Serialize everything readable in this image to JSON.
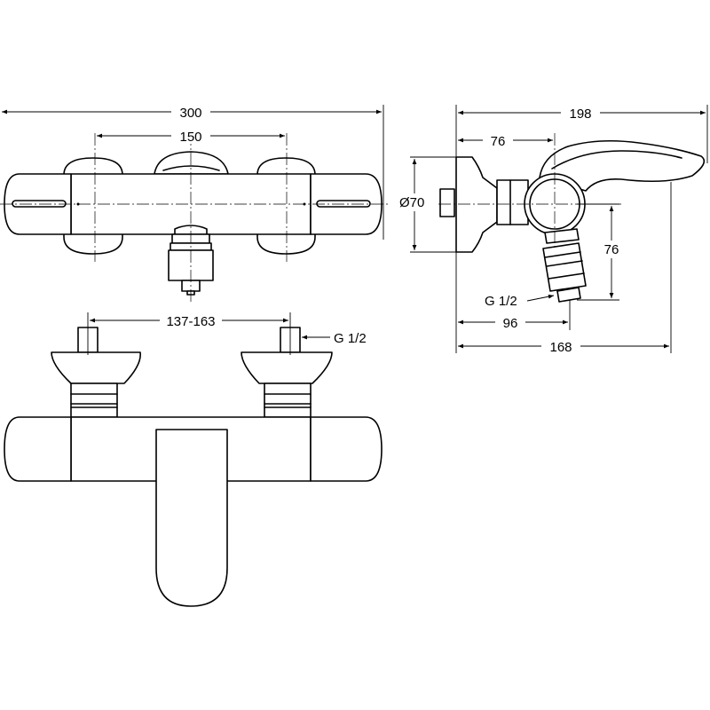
{
  "dimensions": {
    "top_overall_width": "300",
    "top_centers": "150",
    "side_overall_length": "198",
    "side_knob_offset": "76",
    "side_diameter": "Ø70",
    "side_vertical": "76",
    "side_thread": "G 1/2",
    "side_outlet_offset": "96",
    "side_wall_to_spout": "168",
    "front_center_range": "137-163",
    "front_thread": "G 1/2"
  },
  "colors": {
    "line": "#000000",
    "background": "#ffffff"
  }
}
